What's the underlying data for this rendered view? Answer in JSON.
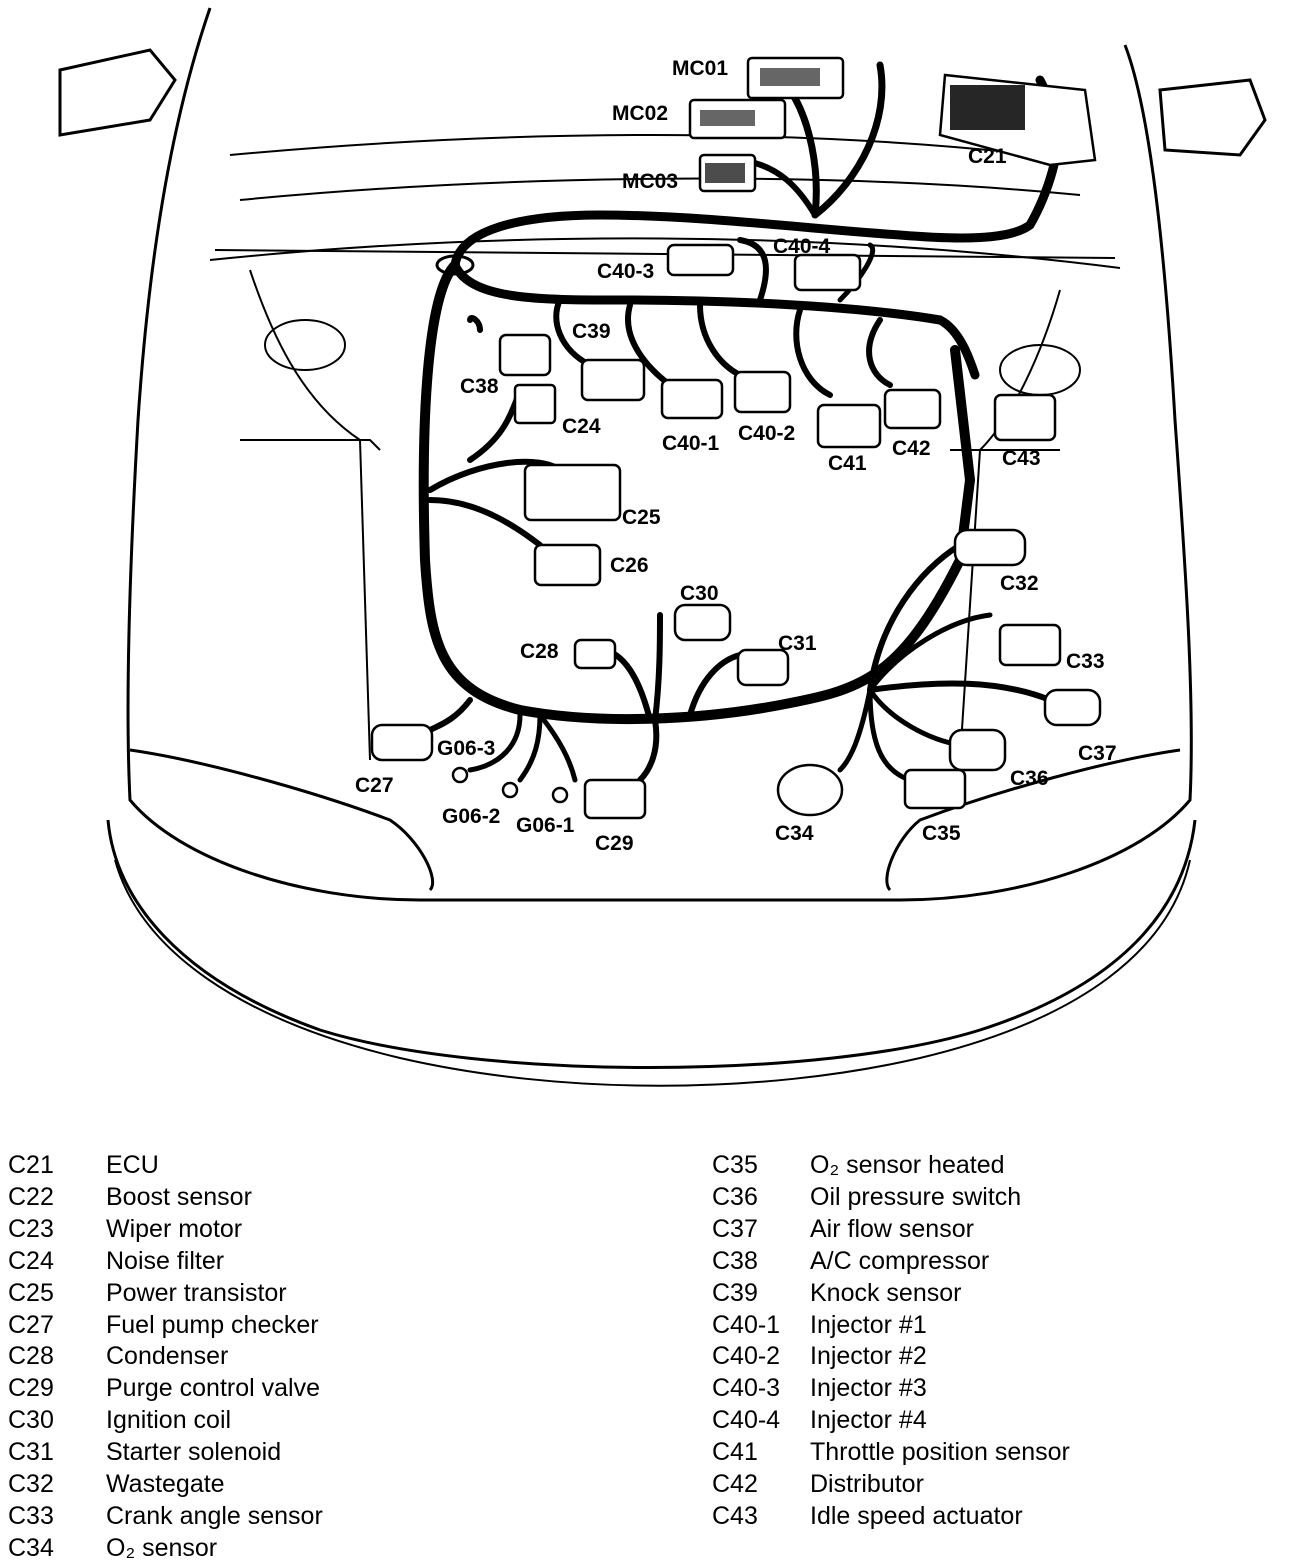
{
  "labels": {
    "mc01": "MC01",
    "mc02": "MC02",
    "mc03": "MC03",
    "c21": "C21",
    "c40_3": "C40-3",
    "c40_4": "C40-4",
    "c39": "C39",
    "c38": "C38",
    "c24": "C24",
    "c40_1": "C40-1",
    "c40_2": "C40-2",
    "c41": "C41",
    "c42": "C42",
    "c43": "C43",
    "c25": "C25",
    "c26": "C26",
    "c30": "C30",
    "c28": "C28",
    "c31": "C31",
    "c32": "C32",
    "c33": "C33",
    "c37": "C37",
    "c36": "C36",
    "g06_3": "G06-3",
    "c27": "C27",
    "g06_2": "G06-2",
    "g06_1": "G06-1",
    "c29": "C29",
    "c34": "C34",
    "c35": "C35"
  },
  "legend_left": [
    {
      "code": "C21",
      "desc": "ECU"
    },
    {
      "code": "C22",
      "desc": "Boost sensor"
    },
    {
      "code": "C23",
      "desc": "Wiper motor"
    },
    {
      "code": "C24",
      "desc": "Noise filter"
    },
    {
      "code": "C25",
      "desc": "Power transistor"
    },
    {
      "code": "C27",
      "desc": "Fuel pump checker"
    },
    {
      "code": "C28",
      "desc": "Condenser"
    },
    {
      "code": "C29",
      "desc": "Purge control valve"
    },
    {
      "code": "C30",
      "desc": "Ignition coil"
    },
    {
      "code": "C31",
      "desc": "Starter solenoid"
    },
    {
      "code": "C32",
      "desc": "Wastegate"
    },
    {
      "code": "C33",
      "desc": "Crank angle sensor"
    },
    {
      "code": "C34",
      "desc": "O₂ sensor"
    }
  ],
  "legend_right": [
    {
      "code": "C35",
      "desc": "O₂ sensor heated"
    },
    {
      "code": "C36",
      "desc": "Oil pressure switch"
    },
    {
      "code": "C37",
      "desc": "Air flow sensor"
    },
    {
      "code": "C38",
      "desc": "A/C compressor"
    },
    {
      "code": "C39",
      "desc": "Knock sensor"
    },
    {
      "code": "C40-1",
      "desc": "Injector #1"
    },
    {
      "code": "C40-2",
      "desc": "Injector #2"
    },
    {
      "code": "C40-3",
      "desc": "Injector #3"
    },
    {
      "code": "C40-4",
      "desc": "Injector #4"
    },
    {
      "code": "C41",
      "desc": "Throttle position sensor"
    },
    {
      "code": "C42",
      "desc": "Distributor"
    },
    {
      "code": "C43",
      "desc": "Idle speed actuator"
    }
  ]
}
